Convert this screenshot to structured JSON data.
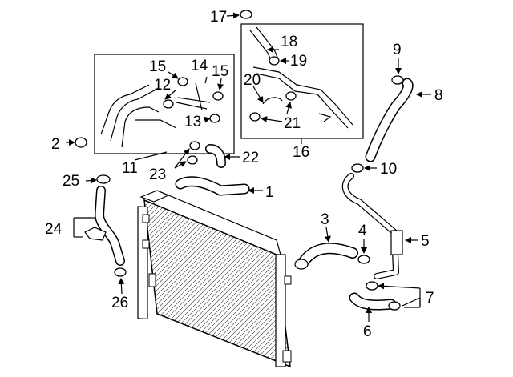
{
  "diagram": {
    "callouts": [
      {
        "id": "c1",
        "label": "1"
      },
      {
        "id": "c2",
        "label": "2"
      },
      {
        "id": "c3",
        "label": "3"
      },
      {
        "id": "c4",
        "label": "4"
      },
      {
        "id": "c5",
        "label": "5"
      },
      {
        "id": "c6",
        "label": "6"
      },
      {
        "id": "c7",
        "label": "7"
      },
      {
        "id": "c8",
        "label": "8"
      },
      {
        "id": "c9",
        "label": "9"
      },
      {
        "id": "c10",
        "label": "10"
      },
      {
        "id": "c11",
        "label": "11"
      },
      {
        "id": "c12",
        "label": "12"
      },
      {
        "id": "c13",
        "label": "13"
      },
      {
        "id": "c14",
        "label": "14"
      },
      {
        "id": "c15a",
        "label": "15"
      },
      {
        "id": "c15b",
        "label": "15"
      },
      {
        "id": "c16",
        "label": "16"
      },
      {
        "id": "c17",
        "label": "17"
      },
      {
        "id": "c18",
        "label": "18"
      },
      {
        "id": "c19",
        "label": "19"
      },
      {
        "id": "c20",
        "label": "20"
      },
      {
        "id": "c21",
        "label": "21"
      },
      {
        "id": "c22",
        "label": "22"
      },
      {
        "id": "c23",
        "label": "23"
      },
      {
        "id": "c24",
        "label": "24"
      },
      {
        "id": "c25",
        "label": "25"
      },
      {
        "id": "c26",
        "label": "26"
      }
    ]
  }
}
